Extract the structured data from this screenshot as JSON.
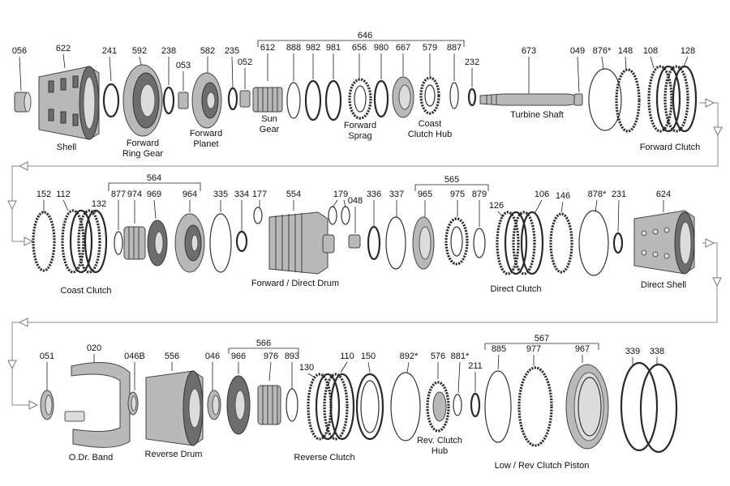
{
  "parts": {
    "p056": {
      "num": "056"
    },
    "p622": {
      "num": "622",
      "name": "Shell"
    },
    "p241": {
      "num": "241"
    },
    "p592": {
      "num": "592",
      "name1": "Forward",
      "name2": "Ring Gear"
    },
    "p238": {
      "num": "238"
    },
    "p053": {
      "num": "053"
    },
    "p582": {
      "num": "582",
      "name1": "Forward",
      "name2": "Planet"
    },
    "p235": {
      "num": "235"
    },
    "p052": {
      "num": "052"
    },
    "p612": {
      "num": "612",
      "name1": "Sun",
      "name2": "Gear"
    },
    "p888": {
      "num": "888"
    },
    "p982": {
      "num": "982"
    },
    "p981": {
      "num": "981"
    },
    "p656": {
      "num": "656",
      "name1": "Forward",
      "name2": "Sprag"
    },
    "p980": {
      "num": "980"
    },
    "p667": {
      "num": "667"
    },
    "p579": {
      "num": "579",
      "name1": "Coast",
      "name2": "Clutch Hub"
    },
    "p887": {
      "num": "887"
    },
    "p232": {
      "num": "232"
    },
    "p673": {
      "num": "673",
      "name": "Turbine Shaft"
    },
    "p049": {
      "num": "049"
    },
    "p876": {
      "num": "876*"
    },
    "p148": {
      "num": "148"
    },
    "p108": {
      "num": "108"
    },
    "p128": {
      "num": "128",
      "name": "Forward  Clutch"
    },
    "p152": {
      "num": "152"
    },
    "p112": {
      "num": "112"
    },
    "p132": {
      "num": "132",
      "name": "Coast Clutch"
    },
    "p877": {
      "num": "877"
    },
    "p974": {
      "num": "974"
    },
    "p969": {
      "num": "969"
    },
    "p964": {
      "num": "964"
    },
    "p335": {
      "num": "335"
    },
    "p334": {
      "num": "334"
    },
    "p177": {
      "num": "177"
    },
    "p554": {
      "num": "554",
      "name": "Forward / Direct Drum"
    },
    "p179": {
      "num": "179"
    },
    "p048": {
      "num": "048"
    },
    "p336": {
      "num": "336"
    },
    "p337": {
      "num": "337"
    },
    "p965": {
      "num": "965"
    },
    "p975": {
      "num": "975"
    },
    "p879": {
      "num": "879"
    },
    "p126": {
      "num": "126",
      "name": "Direct Clutch"
    },
    "p106": {
      "num": "106"
    },
    "p146": {
      "num": "146"
    },
    "p878": {
      "num": "878*"
    },
    "p231": {
      "num": "231"
    },
    "p624": {
      "num": "624",
      "name": "Direct Shell"
    },
    "p051": {
      "num": "051"
    },
    "p020": {
      "num": "020",
      "name": "O.Dr. Band"
    },
    "p046B": {
      "num": "046B"
    },
    "p556": {
      "num": "556",
      "name": "Reverse Drum"
    },
    "p046": {
      "num": "046"
    },
    "p966": {
      "num": "966"
    },
    "p976": {
      "num": "976"
    },
    "p893": {
      "num": "893"
    },
    "p130": {
      "num": "130"
    },
    "p110": {
      "num": "110",
      "name": "Reverse Clutch"
    },
    "p150": {
      "num": "150"
    },
    "p892": {
      "num": "892*"
    },
    "p576": {
      "num": "576",
      "name1": "Rev. Clutch",
      "name2": "Hub"
    },
    "p881": {
      "num": "881*"
    },
    "p211": {
      "num": "211"
    },
    "p885": {
      "num": "885"
    },
    "p977": {
      "num": "977"
    },
    "p967": {
      "num": "967",
      "name": "Low / Rev Clutch Piston"
    },
    "p339": {
      "num": "339"
    },
    "p338": {
      "num": "338"
    }
  },
  "groups": {
    "g646": "646",
    "g564": "564",
    "g565": "565",
    "g566": "566",
    "g567": "567"
  }
}
